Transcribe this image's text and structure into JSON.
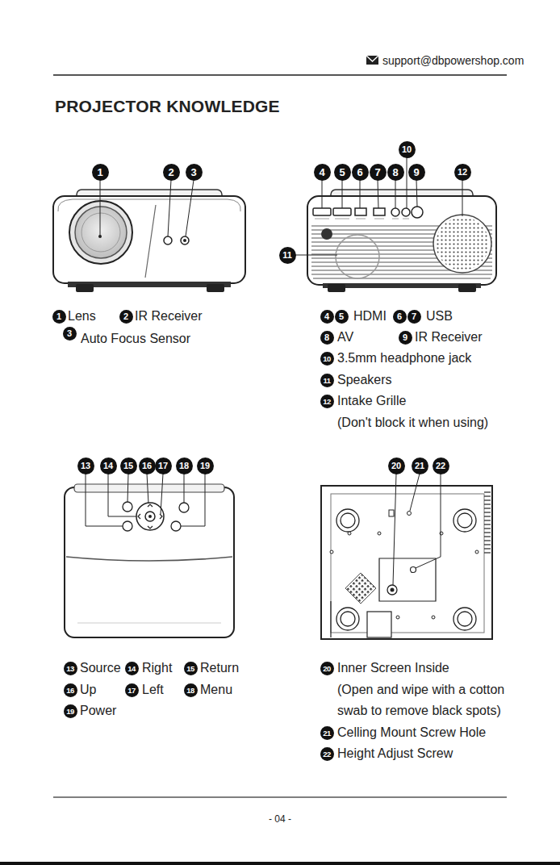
{
  "diagram": {
    "title": "PROJECTOR KNOWLEDGE",
    "labels": [
      "support@dbpowershop.com",
      "1",
      "2",
      "3",
      "10",
      "4",
      "5",
      "6",
      "7",
      "8",
      "9",
      "12",
      "11",
      "1",
      "Lens",
      "2",
      "IR Receiver",
      "3",
      "Auto Focus Sensor",
      "4",
      "5",
      "HDMI",
      "6",
      "7",
      "USB",
      "8",
      "AV",
      "9",
      "IR Receiver",
      "10",
      "3.5mm headphone jack",
      "11",
      "Speakers",
      "12",
      "Intake Grille",
      "(Don't block it when using)",
      "13",
      "14",
      "15",
      "16",
      "17",
      "18",
      "19",
      "20",
      "21",
      "22",
      "13",
      "Source",
      "14",
      "Right",
      "15",
      "Return",
      "16",
      "Up",
      "17",
      "Left",
      "18",
      "Menu",
      "19",
      "Power",
      "20",
      "Inner Screen Inside",
      "(Open and wipe with a cotton swab to remove black spots)",
      "21",
      "Celling Mount Screw Hole",
      "22",
      "Height Adjust Screw",
      "- 04 -"
    ]
  }
}
